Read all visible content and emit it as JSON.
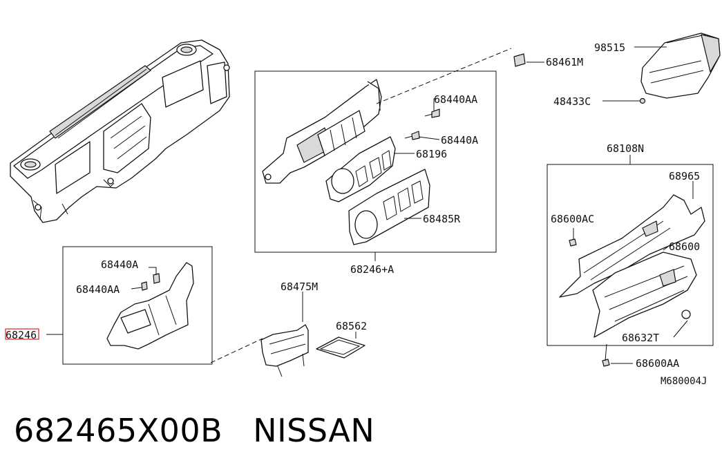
{
  "caption": {
    "part_number": "682465X00B",
    "brand": "NISSAN"
  },
  "diagram_code": "M680004J",
  "labels": {
    "p98515": "98515",
    "p68461M": "68461M",
    "p48433C": "48433C",
    "p68440AA_top": "68440AA",
    "p68440A_top": "68440A",
    "p68196": "68196",
    "p68485R": "68485R",
    "p68246A": "68246+A",
    "p68108N": "68108N",
    "p68965": "68965",
    "p68600AC": "68600AC",
    "p68600": "68600",
    "p68632T": "68632T",
    "p68600AA": "68600AA",
    "p68440A_left": "68440A",
    "p68440AA_left": "68440AA",
    "p68246": "68246",
    "p68475M": "68475M",
    "p68562": "68562"
  },
  "highlight_color": "#e02020"
}
